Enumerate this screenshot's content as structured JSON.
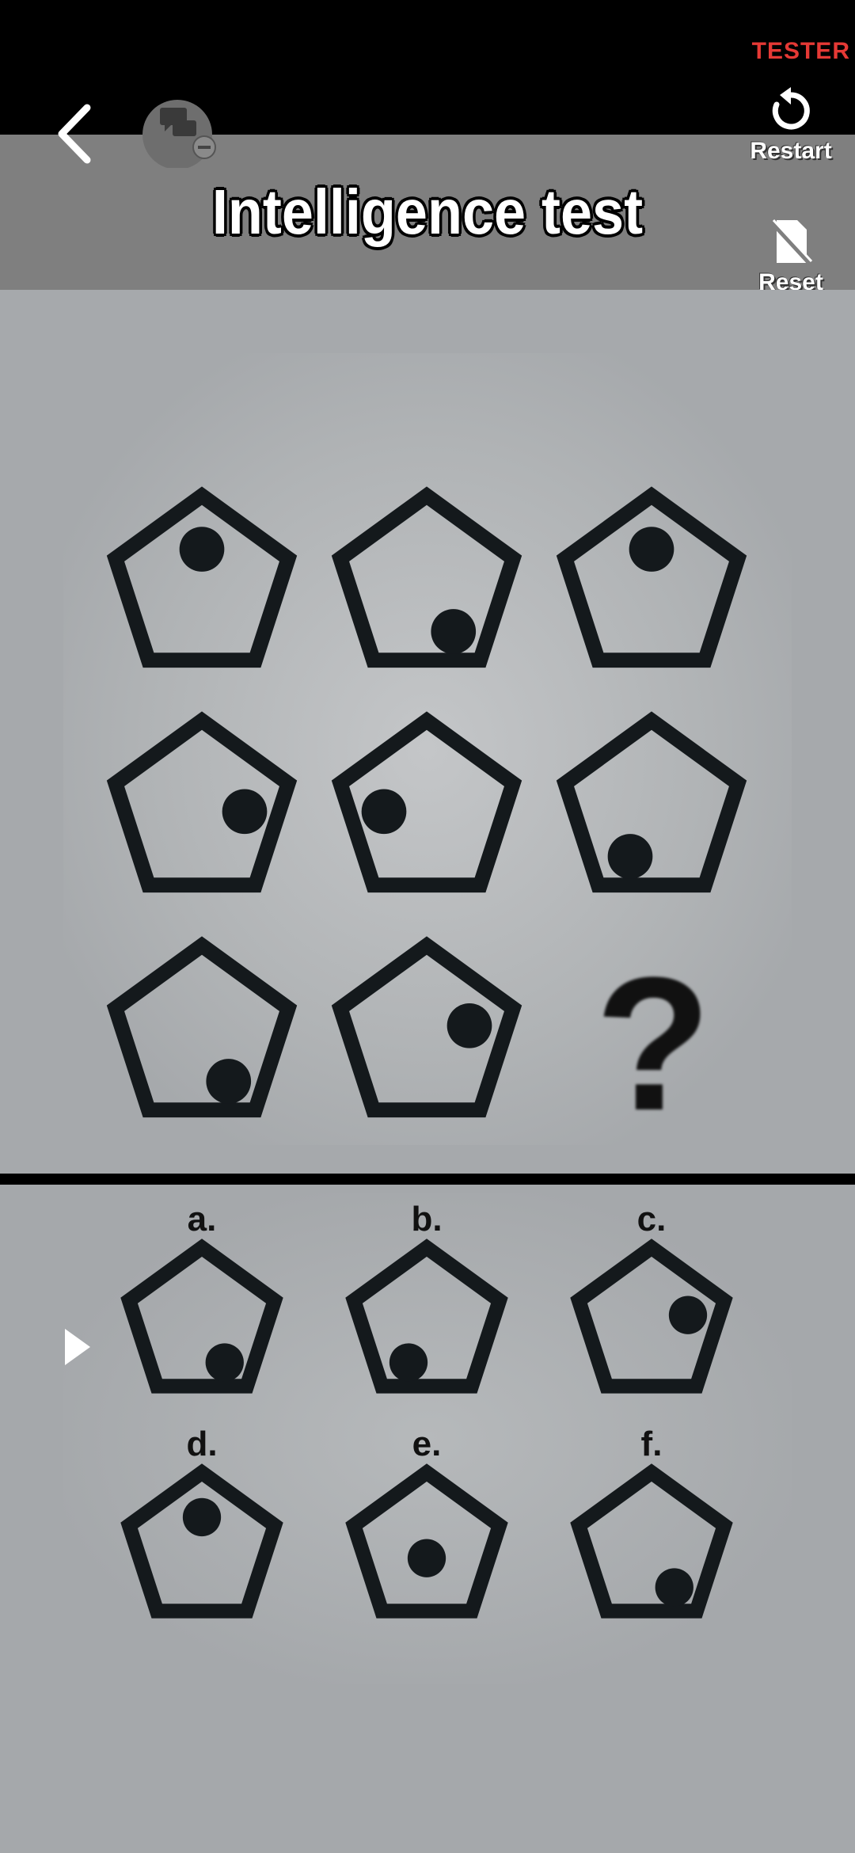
{
  "status": {
    "tester_label": "TESTER"
  },
  "header": {
    "title": "Intelligence test",
    "restart_label": "Restart",
    "reset_label": "Reset"
  },
  "puzzle": {
    "shape": "pentagon",
    "cells": [
      {
        "dot": "top-center"
      },
      {
        "dot": "bottom-right"
      },
      {
        "dot": "top-center"
      },
      {
        "dot": "right"
      },
      {
        "dot": "left"
      },
      {
        "dot": "bottom-left"
      },
      {
        "dot": "bottom-right"
      },
      {
        "dot": "top-right"
      },
      {
        "dot": null
      }
    ],
    "missing_symbol": "?"
  },
  "answers": [
    {
      "label": "a.",
      "dot": "bottom-right"
    },
    {
      "label": "b.",
      "dot": "bottom-left"
    },
    {
      "label": "c.",
      "dot": "top-right"
    },
    {
      "label": "d.",
      "dot": "top-center"
    },
    {
      "label": "e.",
      "dot": "center"
    },
    {
      "label": "f.",
      "dot": "bottom-right"
    }
  ],
  "colors": {
    "background": "#a5a8ab",
    "header": "#7f7f7f",
    "shape_stroke": "#14191c",
    "tester": "#e53935"
  },
  "icons": {
    "back": "chevron-left-icon",
    "hint": "chat-hint-icon",
    "restart": "restart-icon",
    "reset": "no-ads-icon",
    "pointer": "play-triangle-icon"
  }
}
